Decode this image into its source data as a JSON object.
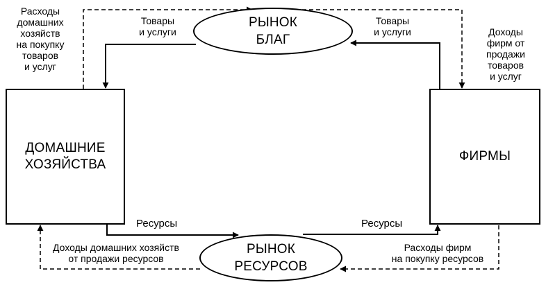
{
  "diagram": {
    "nodes": {
      "households": "ДОМАШНИЕ\nХОЗЯЙСТВА",
      "firms": "ФИРМЫ",
      "goods_market": "РЫНОК\nБЛАГ",
      "resource_market": "РЫНОК\nРЕСУРСОВ"
    },
    "labels": {
      "household_spending": "Расходы\nдомашних\nхозяйств\nна покупку\nтоваров\nи услуг",
      "goods_services_left": "Товары\nи услуги",
      "goods_services_right": "Товары\nи услуги",
      "firm_revenue": "Доходы\nфирм от\nпродажи\nтоваров\nи услуг",
      "resources_left": "Ресурсы",
      "resources_right": "Ресурсы",
      "household_income": "Доходы домашних  хозяйств\nот продажи ресурсов",
      "firm_spending": "Расходы фирм\nна покупку ресурсов"
    }
  }
}
